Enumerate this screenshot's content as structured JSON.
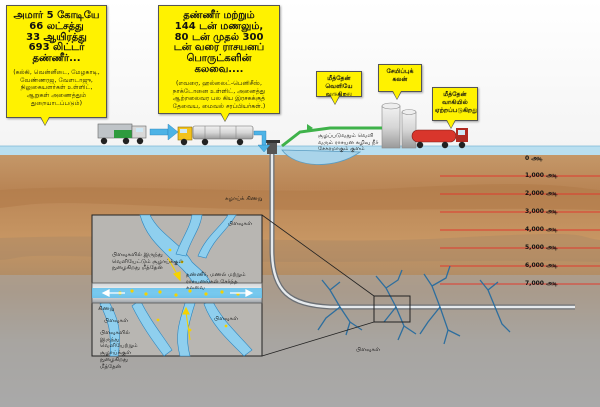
{
  "callouts": {
    "left": {
      "lines": [
        "அமார் 5 கோடியே",
        "66 லட்சத்து",
        "33 ஆயிரத்து",
        "693 லிட்டர் தண்ணீர்..."
      ],
      "sub": "(கல்கி, வென்னீடை, மேழகாடி, வேண்ணரஜ, வேளடாஜு, நிலுகையளர்கள் உள்ளிட், ஆறுகள் அணைத்தும் துறையாடப்படும்)"
    },
    "middle": {
      "lines": [
        "தண்ணீர் மற்றும்",
        "144 டன் மணலும்,",
        "80 டன் முதல் 300",
        "டன் வரை ராசயனப்",
        "பொருட்களின் கலவை...."
      ],
      "sub": "(எவரை, ஹல்லைட்-பெனிசீஸ், நாக்டோனை உள்ளிட், அனைத்து ஆற்றலைவர பல கிய இரசகக்குத் தேவைய, மைவல் சரப்பியர்கள்.)"
    },
    "methane_out": "மீத்தேன் வெளியே வருகிறது",
    "storage": "சேமிப்புக் கலன்",
    "transport": "மீத்தேன் வாகியில் ஏற்றப்படுகிறது"
  },
  "labels": {
    "mixed_waste": "சூழப்படுவதும் வெளி வரும் ராசயன கழிவு நீர் சேகரமாகும் குளம்",
    "well": "சுழாய்க் கிணறு",
    "rock_top": "பிளவுகள்",
    "inset_methane": "பிளவுகளில் இருந்து வெளியேட்டும் சூழாய்க்குள் நுழைகிறது மீத்தேன்",
    "pipe": "கிணறு",
    "mix": "தண்ணீர், மணல் மற்றும் ராசயனங்கள் சேர்ந்த கலவை",
    "rock_left": "பிளவுகள்",
    "inset_bottom": "பிளவுகளில் இருந்து வெளியேற்றும் சூழாய்க்குள் நுழைகிறது மீத்தேன்",
    "rock_right": "பிளவுகள்",
    "fractures_far": "பிளவுகள்"
  },
  "depth_labels": [
    "0 அடி",
    "1,000 அடி",
    "2,000 அடி",
    "3,000 அடி",
    "4,000 அடி",
    "5,000 அடி",
    "6,000 அடி",
    "7,000 அடி"
  ],
  "colors": {
    "callout": "#fff200",
    "water": "#4db3e6",
    "surface_strip": "#b9dff0",
    "depth_line": "#e03a2e",
    "green_pipe": "#3fb24a",
    "tanker_red": "#d9362c",
    "tanker_green": "#2e9b3e"
  }
}
